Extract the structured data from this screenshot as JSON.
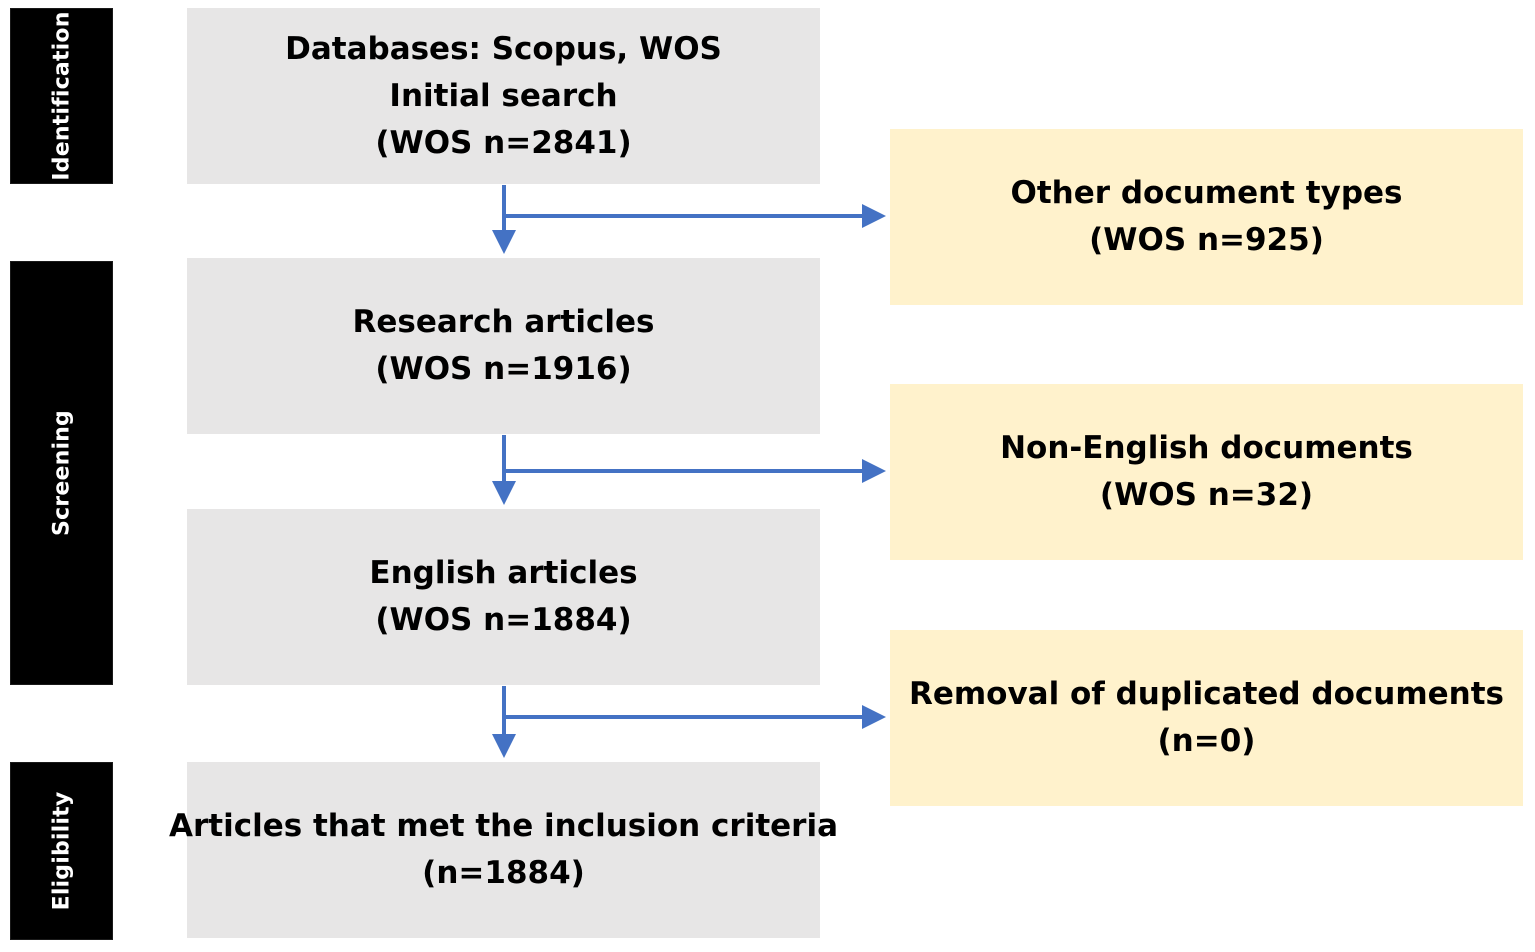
{
  "stages": [
    {
      "label": "Identification"
    },
    {
      "label": "Screening"
    },
    {
      "label": "Eligibility"
    }
  ],
  "main_boxes": [
    {
      "lines": [
        "Databases: Scopus, WOS",
        "Initial search",
        "(WOS n=2841)"
      ]
    },
    {
      "lines": [
        "Research articles",
        "(WOS n=1916)"
      ]
    },
    {
      "lines": [
        "English articles",
        "(WOS n=1884)"
      ]
    },
    {
      "lines": [
        "Articles that met the inclusion criteria",
        "(n=1884)"
      ]
    }
  ],
  "exclusion_boxes": [
    {
      "lines": [
        "Other document types",
        "(WOS n=925)"
      ]
    },
    {
      "lines": [
        "Non-English documents",
        "(WOS n=32)"
      ]
    },
    {
      "lines": [
        "Removal of duplicated documents",
        "(n=0)"
      ]
    }
  ],
  "colors": {
    "stage_bg": "#000000",
    "main_box_bg": "#e7e6e6",
    "exclusion_box_bg": "#fff2cc",
    "arrow": "#4472c4"
  }
}
